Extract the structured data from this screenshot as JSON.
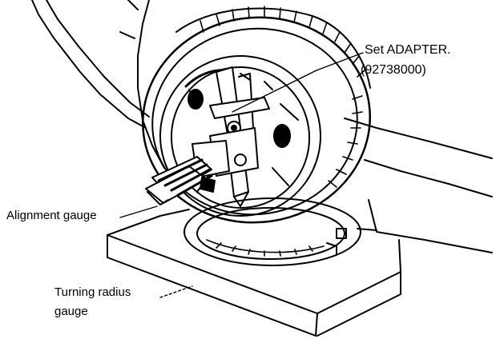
{
  "labels": {
    "adapter_line1": "Set ADAPTER.",
    "adapter_line2": "(92738000)",
    "alignment_gauge": "Alignment gauge",
    "turning_radius_line1": "Turning radius",
    "turning_radius_line2": "gauge"
  }
}
